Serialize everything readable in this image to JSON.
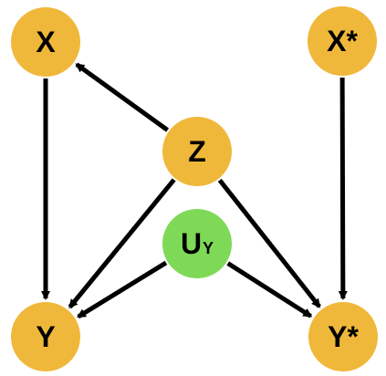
{
  "colors": {
    "node_primary": "#F0B83A",
    "node_secondary": "#7ED957",
    "edge": "#000000",
    "background": "#FFFFFF"
  },
  "nodes": {
    "x": {
      "label": "X"
    },
    "x_star": {
      "label": "X*"
    },
    "z": {
      "label": "Z"
    },
    "u_y": {
      "label": "U",
      "subscript": "Y"
    },
    "y": {
      "label": "Y"
    },
    "y_star": {
      "label": "Y*"
    }
  },
  "edges": [
    {
      "from": "x",
      "to": "y"
    },
    {
      "from": "z",
      "to": "x"
    },
    {
      "from": "z",
      "to": "y"
    },
    {
      "from": "z",
      "to": "y_star"
    },
    {
      "from": "u_y",
      "to": "y"
    },
    {
      "from": "u_y",
      "to": "y_star"
    },
    {
      "from": "x_star",
      "to": "y_star"
    }
  ]
}
